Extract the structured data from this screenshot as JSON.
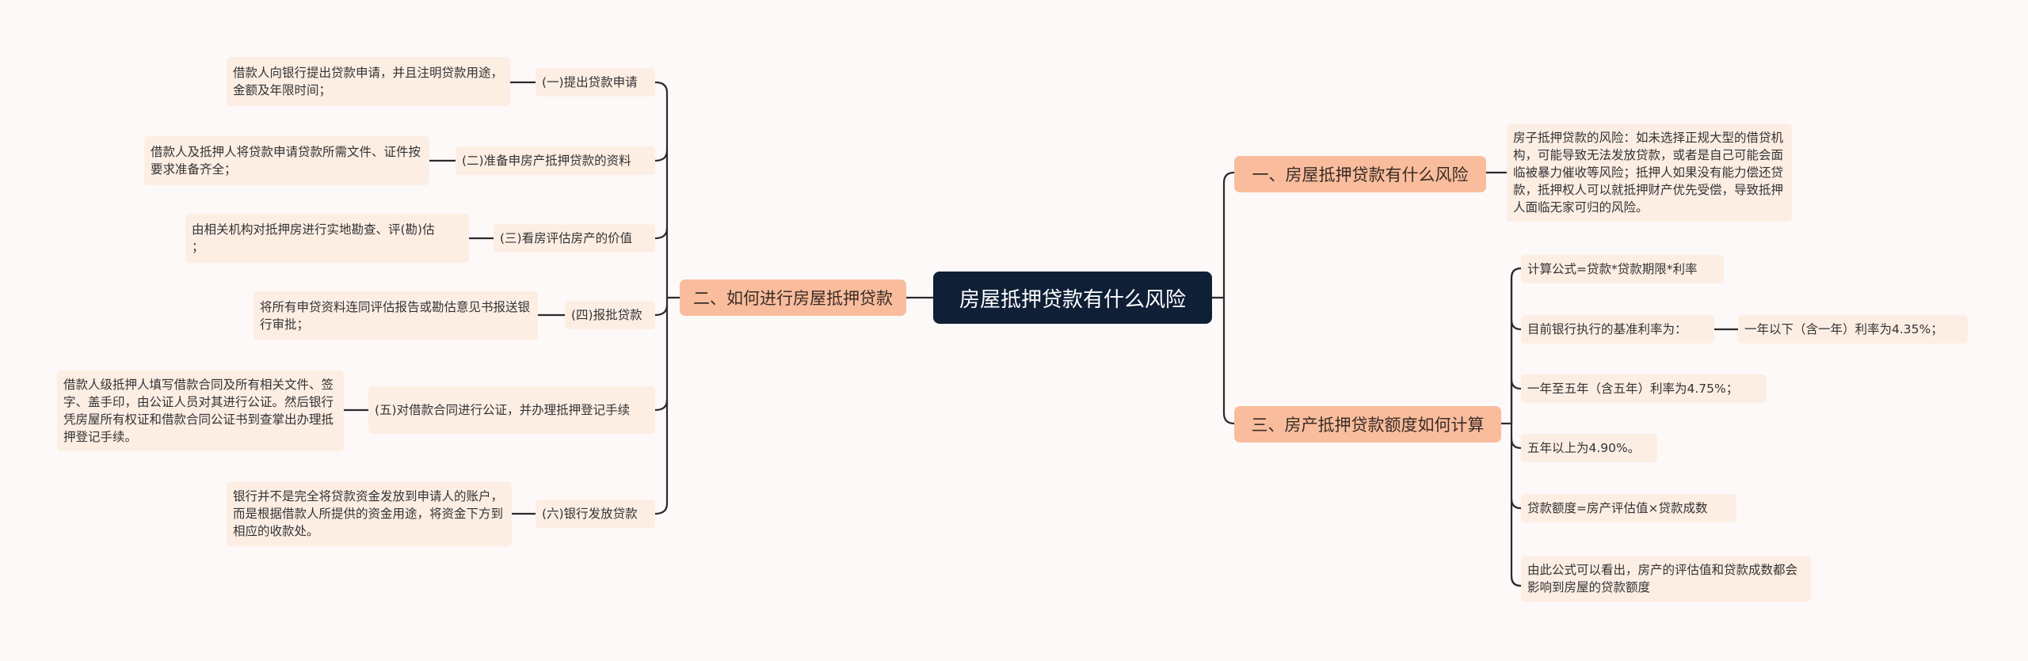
{
  "root": "房屋抵押贷款有什么风险",
  "right": [
    {
      "label": "一、房屋抵押贷款有什么风险",
      "children": [
        {
          "text": "房子抵押贷款的风险：如未选择正规大型的借贷机构，可能导致无法发放贷款，或者是自己可能会面临被暴力催收等风险；抵押人如果没有能力偿还贷款，抵押权人可以就抵押财产优先受偿，导致抵押人面临无家可归的风险。"
        }
      ]
    },
    {
      "label": "三、房产抵押贷款额度如何计算",
      "children": [
        {
          "text": "计算公式=贷款*贷款期限*利率"
        },
        {
          "text": "目前银行执行的基准利率为：",
          "child": "一年以下（含一年）利率为4.35%；"
        },
        {
          "text": "一年至五年（含五年）利率为4.75%；"
        },
        {
          "text": "五年以上为4.90%。"
        },
        {
          "text": "贷款额度=房产评估值×贷款成数"
        },
        {
          "text": "由此公式可以看出，房产的评估值和贷款成数都会影响到房屋的贷款额度"
        }
      ]
    }
  ],
  "left": {
    "label": "二、如何进行房屋抵押贷款",
    "children": [
      {
        "label": "(一)提出贷款申请",
        "detail": "借款人向银行提出贷款申请，并且注明贷款用途，金额及年限时间；"
      },
      {
        "label": "(二)准备申房产抵押贷款的资料",
        "detail": "借款人及抵押人将贷款申请贷款所需文件、证件按要求准备齐全；"
      },
      {
        "label": "(三)看房评估房产的价值",
        "detail": "由相关机构对抵押房进行实地勘查、评(勘)估\n；"
      },
      {
        "label": "(四)报批贷款",
        "detail": "将所有申贷资料连同评估报告或勘估意见书报送银行审批；"
      },
      {
        "label": "(五)对借款合同进行公证，并办理抵押登记手续",
        "detail": "借款人级抵押人填写借款合同及所有相关文件、签字、盖手印，由公证人员对其进行公证。然后银行凭房屋所有权证和借款合同公证书到查掌出办理抵押登记手续。"
      },
      {
        "label": "(六)银行发放贷款",
        "detail": "银行并不是完全将贷款资金发放到申请人的账户，而是根据借款人所提供的资金用途，将资金下方到相应的收款处。"
      }
    ]
  },
  "colors": {
    "root_bg": "#0f1f36",
    "branch_bg": "#f9bd9d",
    "leaf_bg": "#fdeee4",
    "line": "#2b2b2b",
    "background": "#fdf9f8"
  }
}
